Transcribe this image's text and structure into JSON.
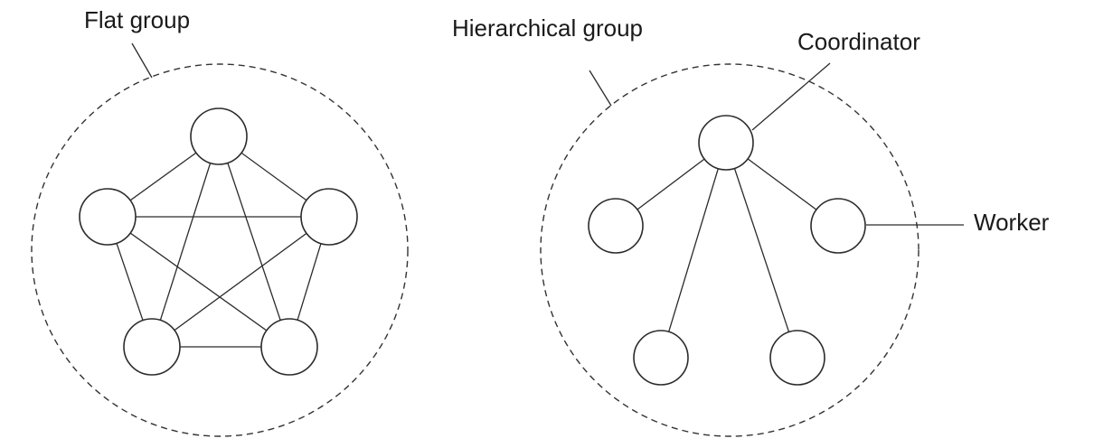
{
  "labels": {
    "flat_group": "Flat group",
    "hierarchical_group": "Hierarchical group",
    "coordinator": "Coordinator",
    "worker": "Worker"
  },
  "flat_group": {
    "nodes": [
      "n1",
      "n2",
      "n3",
      "n4",
      "n5"
    ],
    "connections": [
      [
        "n1",
        "n2"
      ],
      [
        "n1",
        "n3"
      ],
      [
        "n1",
        "n4"
      ],
      [
        "n1",
        "n5"
      ],
      [
        "n2",
        "n3"
      ],
      [
        "n2",
        "n4"
      ],
      [
        "n2",
        "n5"
      ],
      [
        "n3",
        "n4"
      ],
      [
        "n3",
        "n5"
      ],
      [
        "n4",
        "n5"
      ]
    ]
  },
  "hierarchical_group": {
    "coordinator": "coordinator",
    "workers": [
      "w1",
      "w2",
      "w3",
      "w4"
    ],
    "connections": [
      [
        "coordinator",
        "w1"
      ],
      [
        "coordinator",
        "w2"
      ],
      [
        "coordinator",
        "w3"
      ],
      [
        "coordinator",
        "w4"
      ]
    ]
  },
  "colors": {
    "stroke": "#2b2b2b",
    "background": "#ffffff"
  }
}
